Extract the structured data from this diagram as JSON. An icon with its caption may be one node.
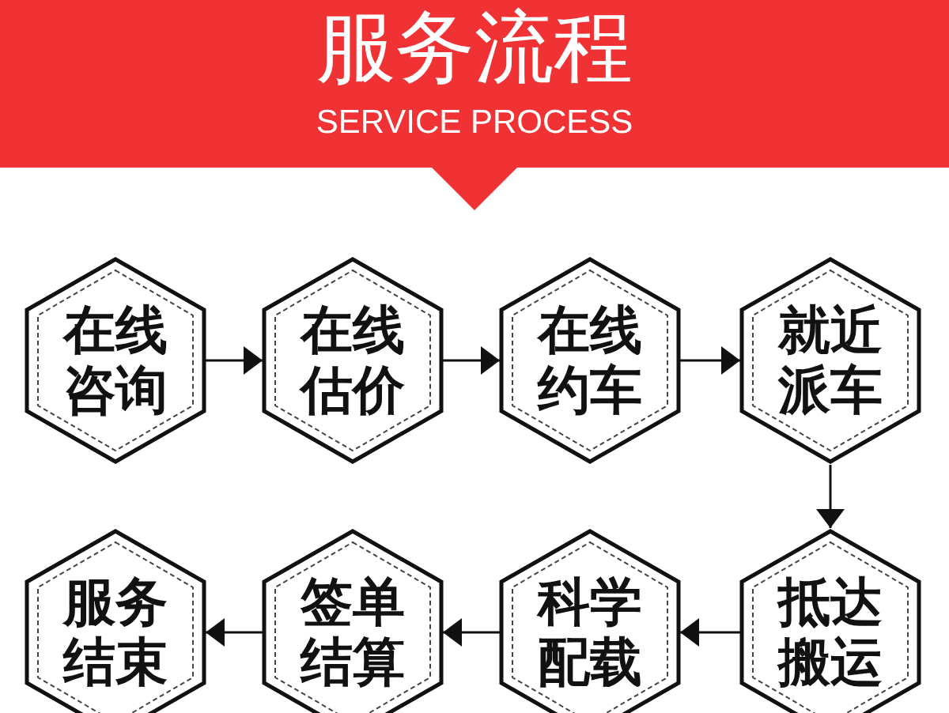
{
  "diagram": {
    "title": "服务流程",
    "nodes": [
      {
        "text": [
          "在线咨询"
        ]
      },
      {
        "text": [
          "在线估价"
        ]
      },
      {
        "text": [
          "在线约车"
        ]
      },
      {
        "text": [
          "就近派车"
        ]
      },
      {
        "text": [
          "服务结束"
        ]
      },
      {
        "text": [
          "签单结算"
        ]
      },
      {
        "text": [
          "科学配载"
        ]
      },
      {
        "text": [
          "抵达搬运"
        ]
      }
    ],
    "edges": [
      {
        "from": 0,
        "to": 1,
        "arrow": "to"
      },
      {
        "from": 1,
        "to": 2,
        "arrow": "to"
      },
      {
        "from": 2,
        "to": 3,
        "arrow": "to"
      },
      {
        "from": 3,
        "to": 7,
        "arrow": "to"
      },
      {
        "from": 7,
        "to": 6,
        "arrow": "to"
      },
      {
        "from": 6,
        "to": 5,
        "arrow": "to"
      },
      {
        "from": 5,
        "to": 4,
        "arrow": "to"
      }
    ],
    "labels": [
      "SERVICE PROCESS"
    ]
  }
}
